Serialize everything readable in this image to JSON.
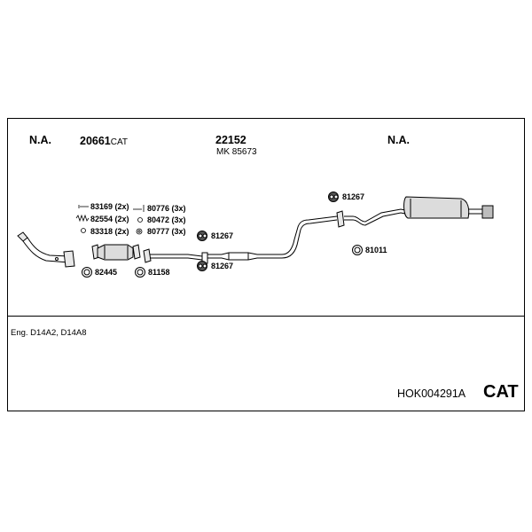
{
  "headers": {
    "col1": "N.A.",
    "col2_main": "20661",
    "col2_suffix": "CAT",
    "col3_main": "22152",
    "col3_sub": "MK 85673",
    "col4": "N.A."
  },
  "parts": {
    "p83169": "83169 (2x)",
    "p82554": "82554 (2x)",
    "p83318": "83318 (2x)",
    "p80776": "80776 (3x)",
    "p80472": "80472 (3x)",
    "p80777": "80777 (3x)",
    "p82445": "82445",
    "p81158": "81158",
    "p81267_a": "81267",
    "p81267_b": "81267",
    "p81267_c": "81267",
    "p81011": "81011"
  },
  "footer": {
    "engine": "Eng. D14A2, D14A8",
    "code": "HOK004291A",
    "badge": "CAT"
  }
}
